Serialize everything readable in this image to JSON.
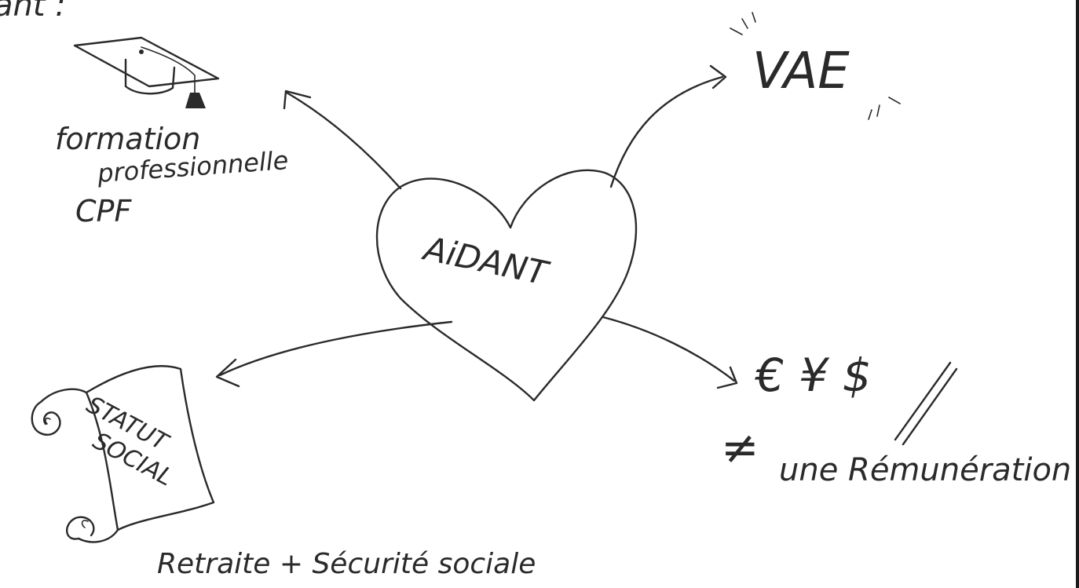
{
  "corner_text": "ant :",
  "center": {
    "label": "AiDANT"
  },
  "branches": {
    "formation": {
      "line1": "formation",
      "line2": "professionnelle",
      "line3": "CPF",
      "icon": "graduation-cap-icon"
    },
    "vae": {
      "label": "VAE",
      "icon": "sparkle-marks-icon"
    },
    "statut": {
      "line1": "STATUT",
      "line2": "SOCIAL",
      "caption": "Retraite + Sécurité sociale",
      "icon": "scroll-icon"
    },
    "remuneration": {
      "symbols": "€ ¥ $",
      "neq": "≠",
      "label": "une Rémunération"
    }
  },
  "colors": {
    "ink": "#2a2a2a",
    "paper": "#ffffff"
  }
}
